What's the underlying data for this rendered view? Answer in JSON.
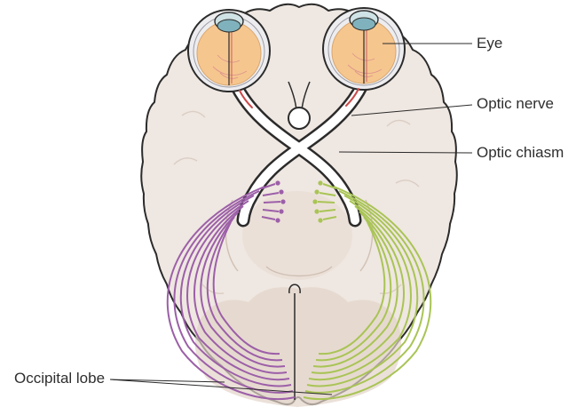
{
  "figure": {
    "labels": {
      "eye": "Eye",
      "optic_nerve": "Optic nerve",
      "optic_chiasm": "Optic chiasm",
      "occipital_lobe": "Occipital lobe"
    },
    "colors": {
      "left_pathway": "#9c5fa8",
      "right_pathway": "#a9c455",
      "brain": "#efe7e1",
      "inner_shading": "#e3d4c9",
      "eye_interior": "#f6c68f",
      "lens": "#7fb2bc",
      "cornea": "#cfe2e5",
      "outline": "#2b2b2b"
    }
  }
}
